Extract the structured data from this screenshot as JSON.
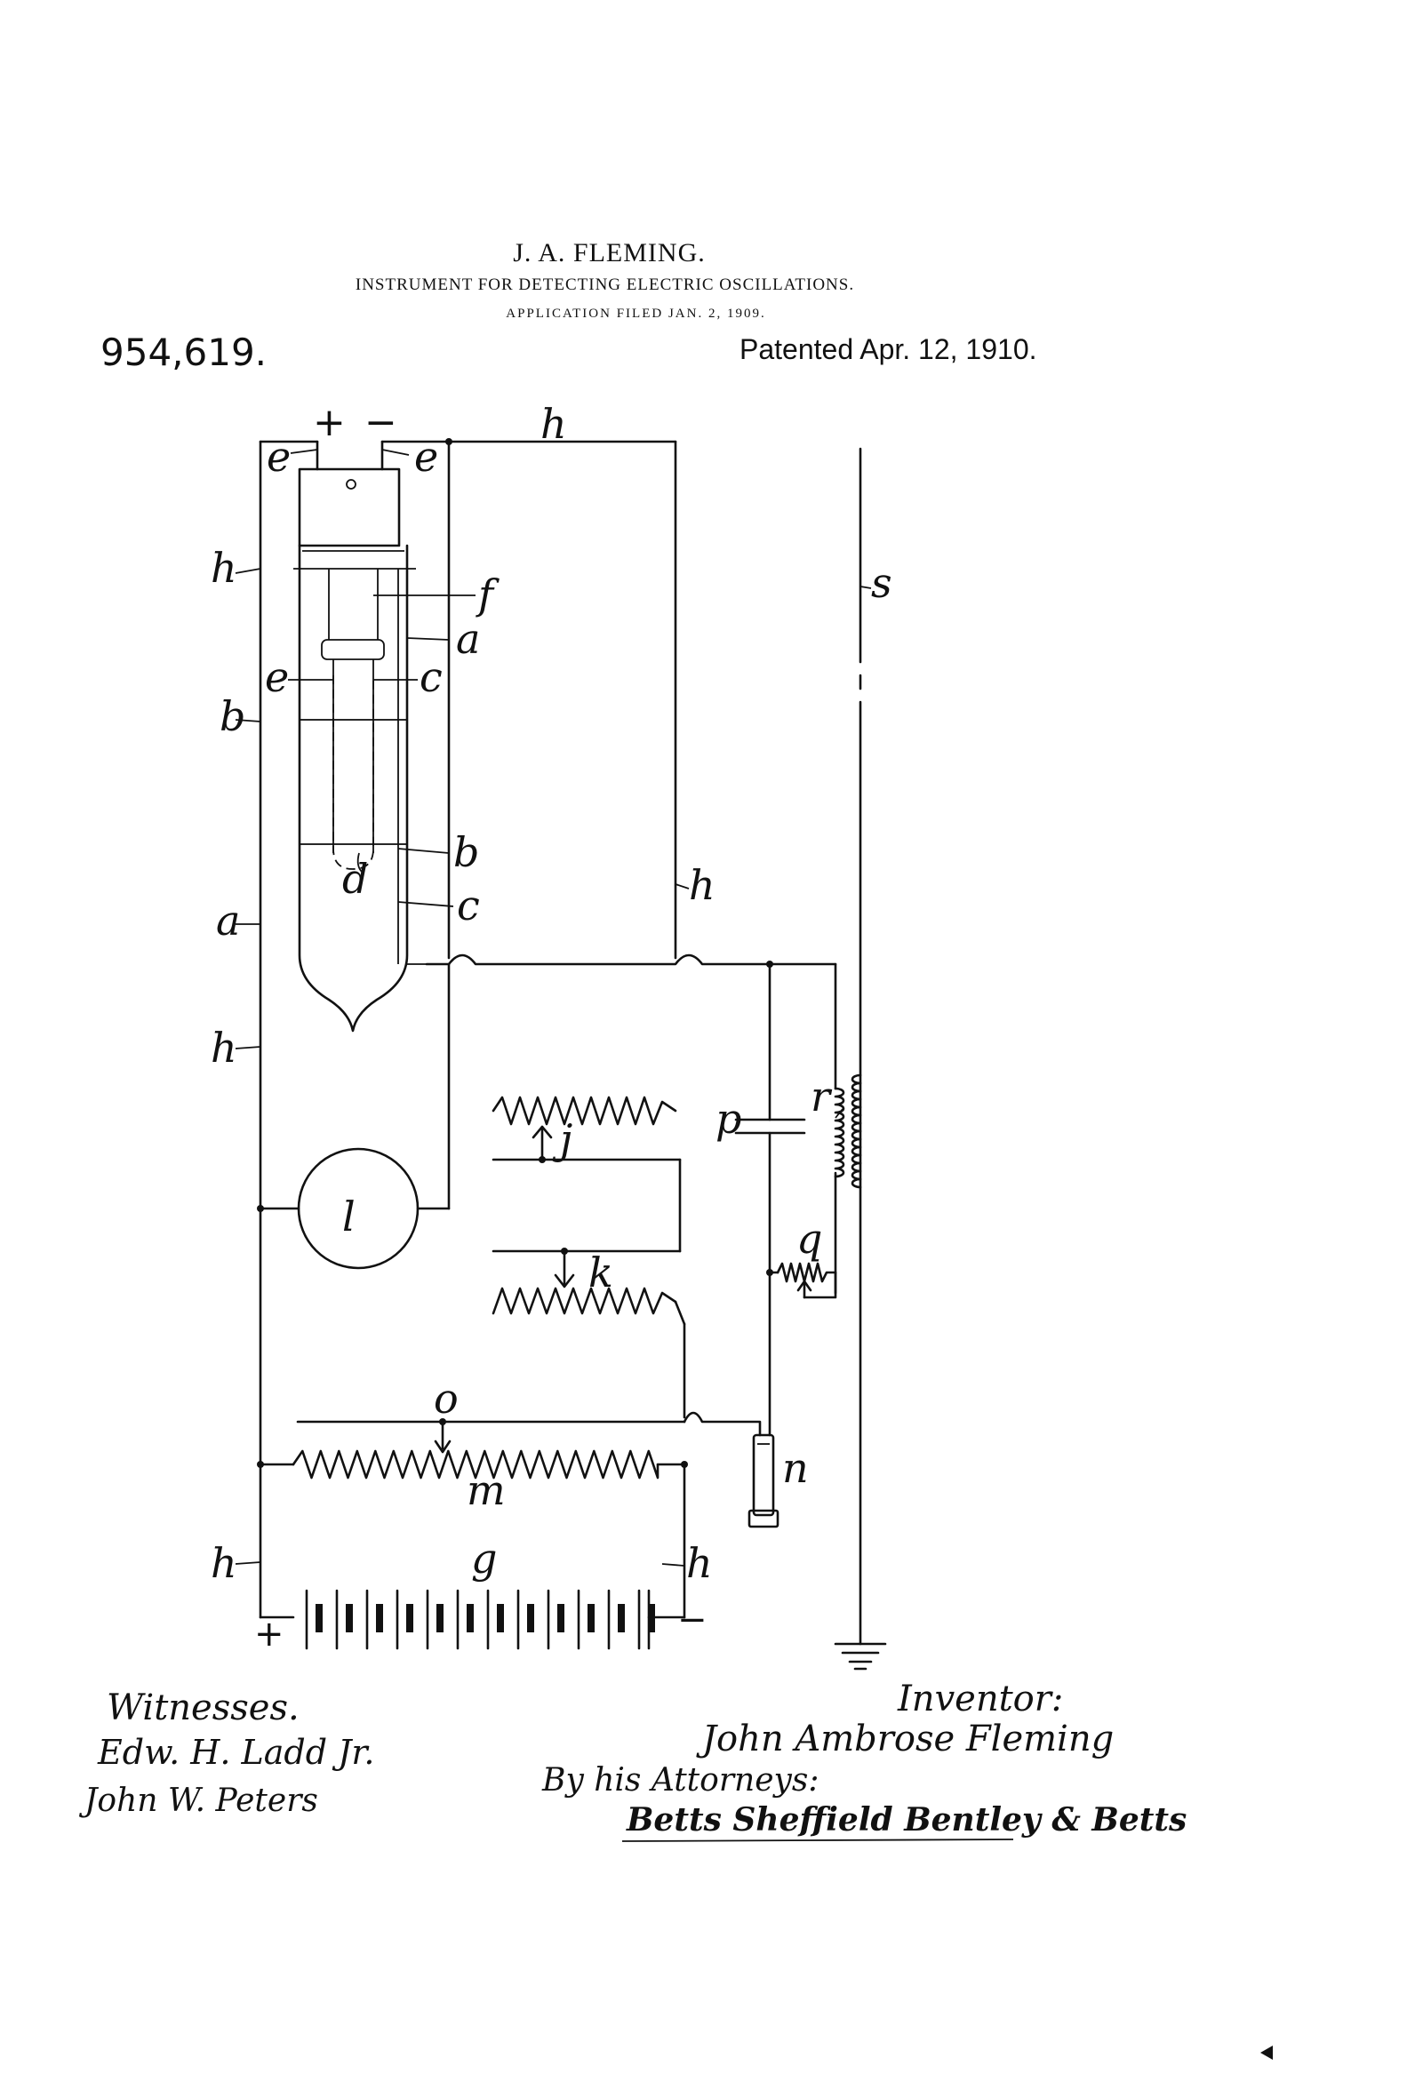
{
  "header": {
    "inventor": "J. A. FLEMING.",
    "title": "INSTRUMENT FOR DETECTING ELECTRIC OSCILLATIONS.",
    "filed": "APPLICATION FILED JAN. 2, 1909.",
    "patent_number": "954,619.",
    "patent_date": "Patented Apr. 12, 1910."
  },
  "diagram": {
    "terminal_plus": "+",
    "terminal_minus": "−",
    "battery_plus": "+",
    "battery_minus": "−",
    "labels": {
      "a": "a",
      "b": "b",
      "c": "c",
      "d": "d",
      "e": "e",
      "f": "f",
      "g": "g",
      "h": "h",
      "j": "j",
      "k": "k",
      "l": "l",
      "m": "m",
      "n": "n",
      "o": "o",
      "p": "p",
      "q": "q",
      "r": "r",
      "s": "s"
    }
  },
  "signatures": {
    "witnesses_heading": "Witnesses.",
    "witness_1": "Edw. H. Ladd Jr.",
    "witness_2": "John W. Peters",
    "inventor_heading": "Inventor:",
    "inventor_name": "John Ambrose Fleming",
    "attorneys_heading": "By his Attorneys:",
    "attorneys_name": "Betts Sheffield Bentley & Betts"
  }
}
